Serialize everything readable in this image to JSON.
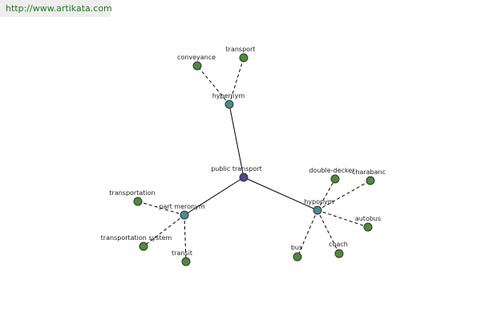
{
  "header": {
    "url": "http://www.artikata.com"
  },
  "colors": {
    "root": "#4a4a8c",
    "relation": "#4a8c8c",
    "leaf": "#4f8a3a",
    "url_text": "#1e7a1e",
    "url_bg": "#eeeeee"
  },
  "nodes": [
    {
      "id": "public-transport",
      "label": "public transport",
      "kind": "root"
    },
    {
      "id": "hypernym",
      "label": "hypernym",
      "kind": "relation"
    },
    {
      "id": "part-meronym",
      "label": "part meronym",
      "kind": "relation"
    },
    {
      "id": "hyponym",
      "label": "hyponym",
      "kind": "relation"
    },
    {
      "id": "conveyance",
      "label": "conveyance",
      "kind": "leaf"
    },
    {
      "id": "transport",
      "label": "transport",
      "kind": "leaf"
    },
    {
      "id": "transportation",
      "label": "transportation",
      "kind": "leaf"
    },
    {
      "id": "transportation-system",
      "label": "transportation system",
      "kind": "leaf"
    },
    {
      "id": "transit",
      "label": "transit",
      "kind": "leaf"
    },
    {
      "id": "double-decker",
      "label": "double-decker",
      "kind": "leaf"
    },
    {
      "id": "charabanc",
      "label": "charabanc",
      "kind": "leaf"
    },
    {
      "id": "autobus",
      "label": "autobus",
      "kind": "leaf"
    },
    {
      "id": "bus",
      "label": "bus",
      "kind": "leaf"
    },
    {
      "id": "coach",
      "label": "coach",
      "kind": "leaf"
    }
  ],
  "edges": [
    {
      "from": "public-transport",
      "to": "hypernym",
      "style": "solid"
    },
    {
      "from": "public-transport",
      "to": "part-meronym",
      "style": "solid"
    },
    {
      "from": "public-transport",
      "to": "hyponym",
      "style": "solid"
    },
    {
      "from": "hypernym",
      "to": "conveyance",
      "style": "dashed"
    },
    {
      "from": "hypernym",
      "to": "transport",
      "style": "dashed"
    },
    {
      "from": "part-meronym",
      "to": "transportation",
      "style": "dashed"
    },
    {
      "from": "part-meronym",
      "to": "transportation-system",
      "style": "dashed"
    },
    {
      "from": "part-meronym",
      "to": "transit",
      "style": "dashed"
    },
    {
      "from": "hyponym",
      "to": "double-decker",
      "style": "dashed"
    },
    {
      "from": "hyponym",
      "to": "charabanc",
      "style": "dashed"
    },
    {
      "from": "hyponym",
      "to": "autobus",
      "style": "dashed"
    },
    {
      "from": "hyponym",
      "to": "bus",
      "style": "dashed"
    },
    {
      "from": "hyponym",
      "to": "coach",
      "style": "dashed"
    }
  ]
}
